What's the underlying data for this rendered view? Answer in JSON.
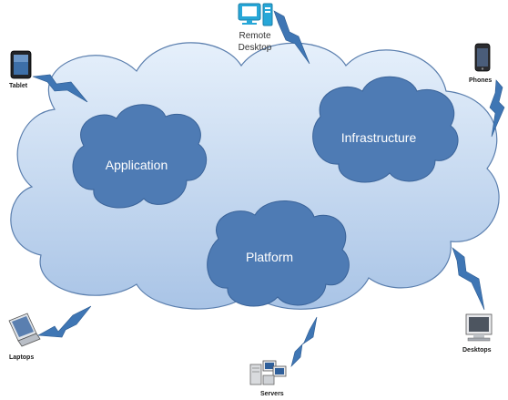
{
  "big_cloud": {
    "fill_top": "#e6f0fb",
    "fill_bottom": "#a9c4e6",
    "stroke": "#5b7fae"
  },
  "service_clouds": [
    {
      "label": "Application"
    },
    {
      "label": "Infrastructure"
    },
    {
      "label": "Platform"
    }
  ],
  "service_cloud_fill": "#4e7bb4",
  "service_cloud_stroke": "#3a6399",
  "lightning_color": "#3f76b4",
  "devices": {
    "remote_desktop": {
      "label_line1": "Remote",
      "label_line2": "Desktop",
      "icon": "remote-desktop-icon"
    },
    "tablet": {
      "label": "Tablet",
      "icon": "tablet-icon"
    },
    "phones": {
      "label": "Phones",
      "icon": "phone-icon"
    },
    "laptops": {
      "label": "Laptops",
      "icon": "laptop-icon"
    },
    "servers": {
      "label": "Servers",
      "icon": "server-icon"
    },
    "desktops": {
      "label": "Desktops",
      "icon": "desktop-icon"
    }
  }
}
